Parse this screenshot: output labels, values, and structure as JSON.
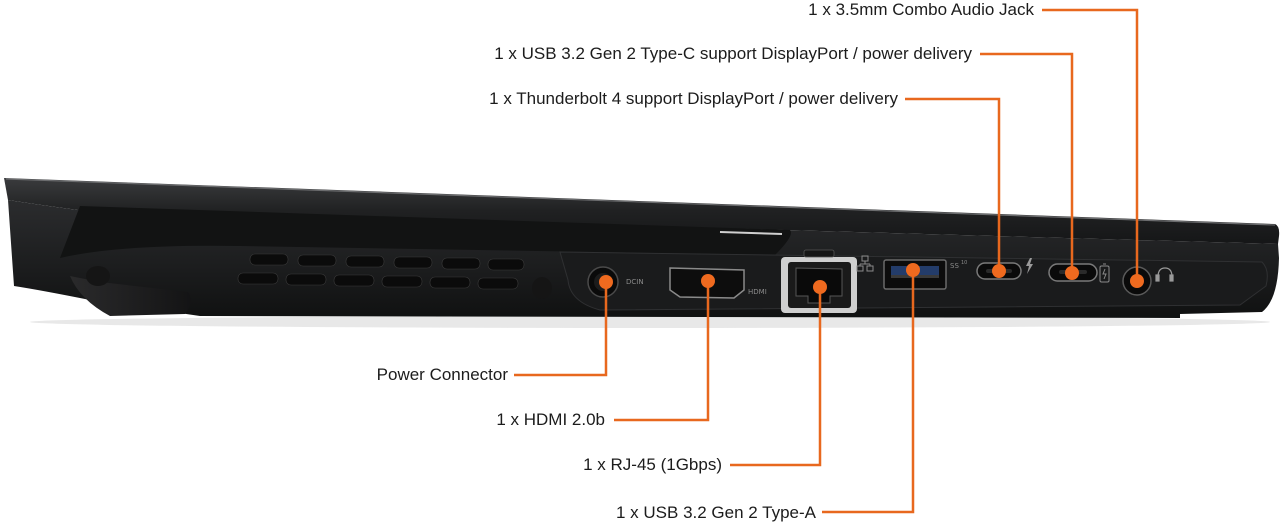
{
  "accent_color": "#e8681e",
  "body_color": "#1e1f20",
  "labels": {
    "audio": "1 x 3.5mm Combo Audio Jack",
    "usb_c": "1 x USB 3.2 Gen 2 Type-C support DisplayPort / power delivery",
    "thunderbolt": "1 x Thunderbolt 4 support DisplayPort / power delivery",
    "power": "Power Connector",
    "hdmi": "1 x HDMI 2.0b",
    "rj45": "1 x RJ-45 (1Gbps)",
    "usb_a": "1 x USB 3.2 Gen 2 Type-A"
  },
  "port_markings": {
    "dcin": "DCIN",
    "hdmi": "HDMI",
    "ss": "SS",
    "ss_sup": "10"
  },
  "icons": [
    "lan-icon",
    "thunderbolt-icon",
    "power-delivery-icon",
    "headset-icon"
  ]
}
